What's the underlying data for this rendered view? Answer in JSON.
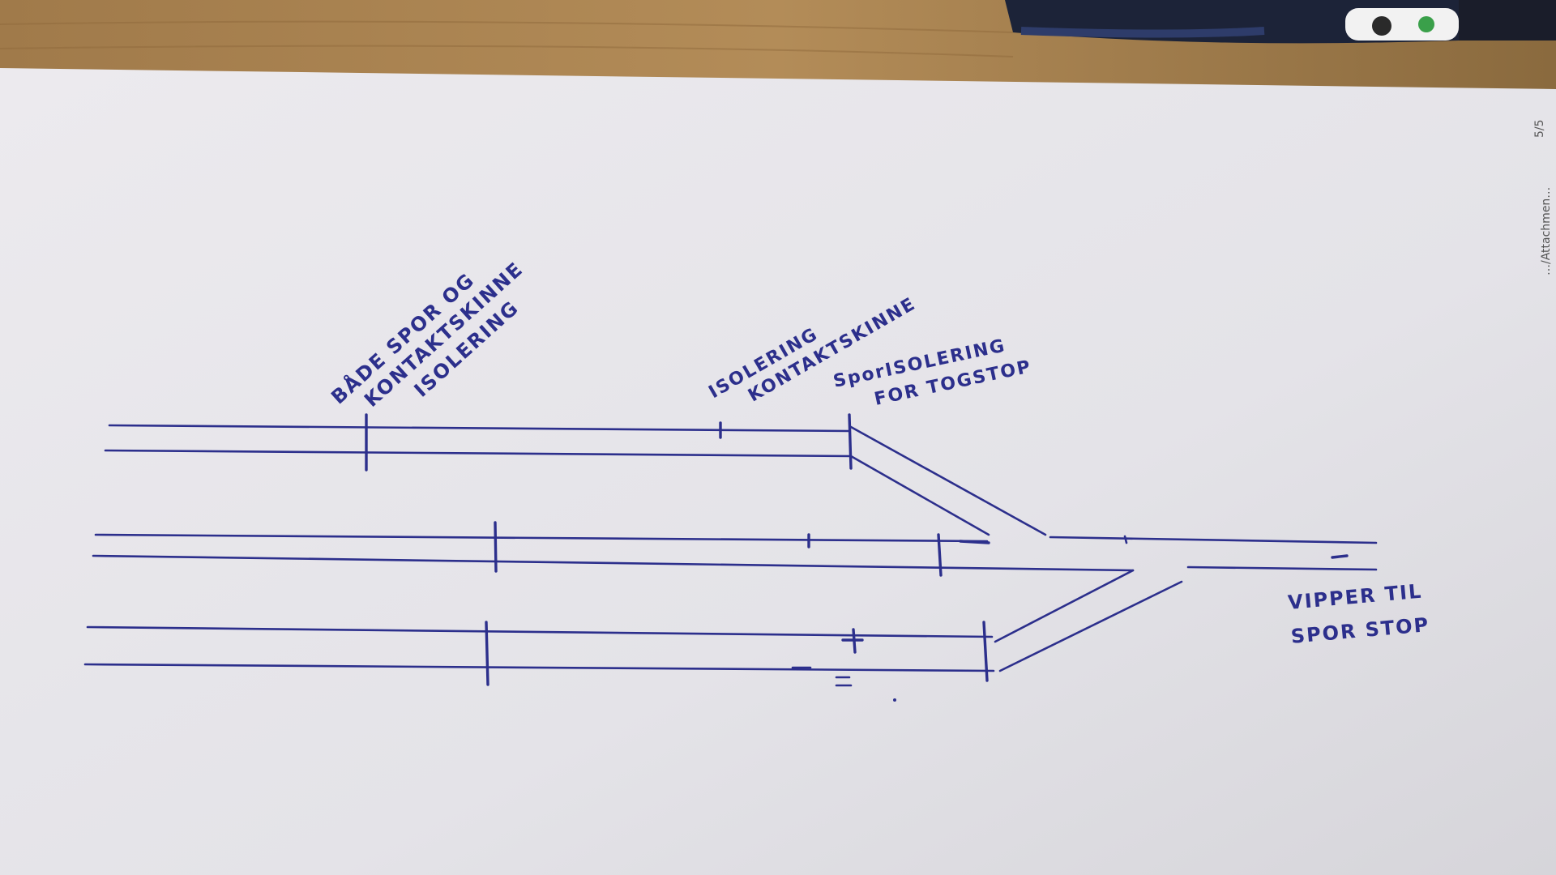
{
  "photo": {
    "colors": {
      "table": "#9a7448",
      "paper": "#e8e7ea",
      "ink": "#2c2f8c",
      "pen": "#1c2338"
    }
  },
  "labels": {
    "both_isolation": [
      "BÅDE SPOR OG",
      "KONTAKTSKINNE",
      "ISOLERING"
    ],
    "contact_isolation": [
      "ISOLERING",
      "KONTAKTSKINNE"
    ],
    "track_isolation": [
      "SporISOLERING",
      "FOR TOGSTOP"
    ],
    "tipper": [
      "VIPPER TIL",
      "SPOR STOP"
    ]
  },
  "page_edge_print": {
    "page_number": "5/5",
    "fragment": "…/Attachmen…"
  }
}
